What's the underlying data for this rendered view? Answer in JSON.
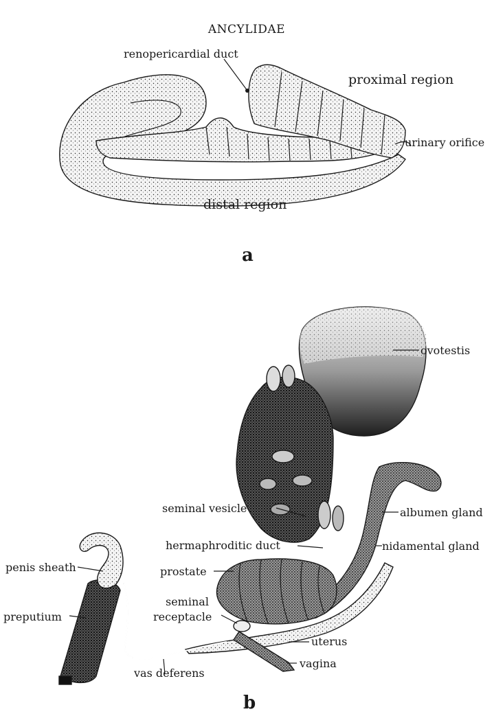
{
  "title": "ANCYLIDAE",
  "panel_a": {
    "letter": "a",
    "labels": {
      "renopericardial_duct": "renopericardial duct",
      "proximal_region": "proximal region",
      "urinary_orifice": "urinary orifice",
      "distal_region": "distal region"
    }
  },
  "panel_b": {
    "letter": "b",
    "labels": {
      "ovotestis": "ovotestis",
      "seminal_vesicle": "seminal vesicle",
      "albumen_gland": "albumen gland",
      "hermaphroditic_duct": "hermaphroditic duct",
      "nidamental_gland": "nidamental gland",
      "penis_sheath": "penis sheath",
      "prostate": "prostate",
      "seminal_receptacle_1": "seminal",
      "seminal_receptacle_2": "receptacle",
      "preputium": "preputium",
      "uterus": "uterus",
      "vagina": "vagina",
      "vas_deferens": "vas deferens"
    }
  }
}
